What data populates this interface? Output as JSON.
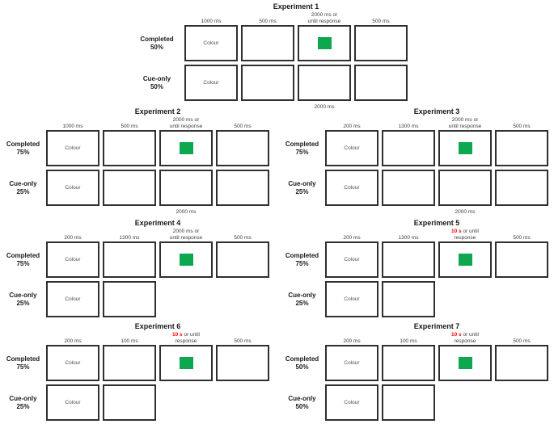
{
  "figure": {
    "background": "#ffffff",
    "colors": {
      "green_square": "#0ca74f",
      "red_highlight": "#ff0000",
      "box_border": "#2f2f2f",
      "title_text": "#1a1a1a",
      "muted_text": "#3d3d3d"
    }
  },
  "experiments": [
    {
      "title": "Experiment 1",
      "timings": [
        {
          "line2": "1000 ms"
        },
        {
          "line2": "500 ms"
        },
        {
          "line1": "2000 ms or",
          "line2": "until response"
        },
        {
          "line2": "500 ms"
        }
      ],
      "rows": [
        {
          "label": "Completed",
          "percent": "50%",
          "boxes": [
            {
              "type": "text",
              "text": "Colour"
            },
            {
              "type": "empty"
            },
            {
              "type": "square"
            },
            {
              "type": "empty"
            }
          ]
        },
        {
          "label": "Cue-only",
          "percent": "50%",
          "boxes": [
            {
              "type": "text",
              "text": "Colour"
            },
            {
              "type": "empty"
            },
            {
              "type": "empty"
            },
            {
              "type": "empty"
            }
          ]
        }
      ],
      "footer": {
        "text": "2000 ms",
        "column": 3
      }
    },
    {
      "title": "Experiment 2",
      "timings": [
        {
          "line2": "1000 ms"
        },
        {
          "line2": "500 ms"
        },
        {
          "line1": "2000 ms or",
          "line2": "until response"
        },
        {
          "line2": "500 ms"
        }
      ],
      "rows": [
        {
          "label": "Completed",
          "percent": "75%",
          "boxes": [
            {
              "type": "text",
              "text": "Colour"
            },
            {
              "type": "empty"
            },
            {
              "type": "square"
            },
            {
              "type": "empty"
            }
          ]
        },
        {
          "label": "Cue-only",
          "percent": "25%",
          "boxes": [
            {
              "type": "text",
              "text": "Colour"
            },
            {
              "type": "empty"
            },
            {
              "type": "empty"
            },
            {
              "type": "empty"
            }
          ]
        }
      ],
      "footer": {
        "text": "2000 ms",
        "column": 3
      }
    },
    {
      "title": "Experiment 3",
      "timings": [
        {
          "line2": "200 ms"
        },
        {
          "line2": "1300 ms"
        },
        {
          "line1": "2000 ms or",
          "line2": "until response"
        },
        {
          "line2": "500 ms"
        }
      ],
      "rows": [
        {
          "label": "Completed",
          "percent": "75%",
          "boxes": [
            {
              "type": "text",
              "text": "Colour"
            },
            {
              "type": "empty"
            },
            {
              "type": "square"
            },
            {
              "type": "empty"
            }
          ]
        },
        {
          "label": "Cue-only",
          "percent": "25%",
          "boxes": [
            {
              "type": "text",
              "text": "Colour"
            },
            {
              "type": "empty"
            },
            {
              "type": "empty"
            },
            {
              "type": "empty"
            }
          ]
        }
      ],
      "footer": {
        "text": "2000 ms",
        "column": 3
      }
    },
    {
      "title": "Experiment 4",
      "timings": [
        {
          "line2": "200 ms"
        },
        {
          "line2": "1300 ms"
        },
        {
          "line1": "2000 ms or",
          "line2": "until response"
        },
        {
          "line2": "500 ms"
        }
      ],
      "rows": [
        {
          "label": "Completed",
          "percent": "75%",
          "boxes": [
            {
              "type": "text",
              "text": "Colour"
            },
            {
              "type": "empty"
            },
            {
              "type": "square"
            },
            {
              "type": "empty"
            }
          ]
        },
        {
          "label": "Cue-only",
          "percent": "25%",
          "boxes": [
            {
              "type": "text",
              "text": "Colour"
            },
            {
              "type": "empty"
            }
          ]
        }
      ],
      "footer": null
    },
    {
      "title": "Experiment 5",
      "timings": [
        {
          "line2": "200 ms"
        },
        {
          "line2": "1300 ms"
        },
        {
          "red": "10 s",
          "line1": "or until",
          "line2": "response"
        },
        {
          "line2": "500 ms"
        }
      ],
      "rows": [
        {
          "label": "Completed",
          "percent": "75%",
          "boxes": [
            {
              "type": "text",
              "text": "Colour"
            },
            {
              "type": "empty"
            },
            {
              "type": "square"
            },
            {
              "type": "empty"
            }
          ]
        },
        {
          "label": "Cue-only",
          "percent": "25%",
          "boxes": [
            {
              "type": "text",
              "text": "Colour"
            },
            {
              "type": "empty"
            }
          ]
        }
      ],
      "footer": null
    },
    {
      "title": "Experiment 6",
      "timings": [
        {
          "line2": "200 ms"
        },
        {
          "line2": "100 ms"
        },
        {
          "red": "10 s",
          "line1": "or until",
          "line2": "response"
        },
        {
          "line2": "500 ms"
        }
      ],
      "rows": [
        {
          "label": "Completed",
          "percent": "75%",
          "boxes": [
            {
              "type": "text",
              "text": "Colour"
            },
            {
              "type": "empty"
            },
            {
              "type": "square"
            },
            {
              "type": "empty"
            }
          ]
        },
        {
          "label": "Cue-only",
          "percent": "25%",
          "boxes": [
            {
              "type": "text",
              "text": "Colour"
            },
            {
              "type": "empty"
            }
          ]
        }
      ],
      "footer": null
    },
    {
      "title": "Experiment 7",
      "timings": [
        {
          "line2": "200 ms"
        },
        {
          "line2": "100 ms"
        },
        {
          "red": "10 s",
          "line1": "or until",
          "line2": "response"
        },
        {
          "line2": "500 ms"
        }
      ],
      "rows": [
        {
          "label": "Completed",
          "percent": "50%",
          "boxes": [
            {
              "type": "text",
              "text": "Colour"
            },
            {
              "type": "empty"
            },
            {
              "type": "square"
            },
            {
              "type": "empty"
            }
          ]
        },
        {
          "label": "Cue-only",
          "percent": "50%",
          "boxes": [
            {
              "type": "text",
              "text": "Colour"
            },
            {
              "type": "empty"
            }
          ]
        }
      ],
      "footer": null
    }
  ]
}
